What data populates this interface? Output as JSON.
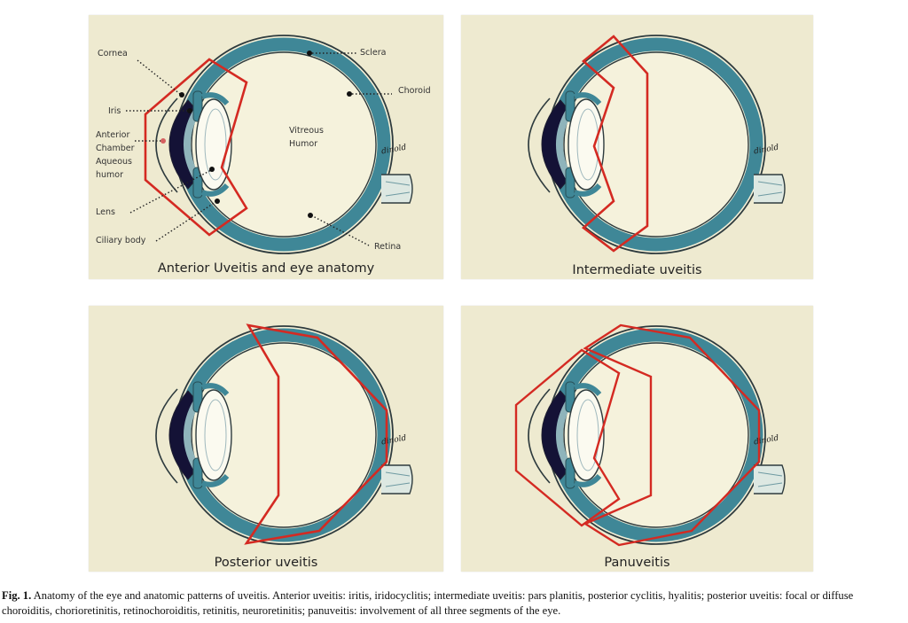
{
  "panels": [
    {
      "id": "anterior",
      "caption": "Anterior Uveitis and eye anatomy",
      "region": "anterior",
      "labels": {
        "cornea": "Cornea",
        "iris": "Iris",
        "anterior_chamber": "Anterior\nChamber\nAqueous\nhumor",
        "lens": "Lens",
        "ciliary_body": "Ciliary body",
        "sclera": "Sclera",
        "choroid": "Choroid",
        "vitreous": "Vitreous\nHumor",
        "retina": "Retina"
      }
    },
    {
      "id": "intermediate",
      "caption": "Intermediate uveitis",
      "region": "intermediate"
    },
    {
      "id": "posterior",
      "caption": "Posterior uveitis",
      "region": "posterior"
    },
    {
      "id": "panuveitis",
      "caption": "Panuveitis",
      "region": "panuveitis"
    }
  ],
  "signature": "dinold",
  "figure_caption": {
    "label": "Fig. 1.",
    "text": "Anatomy of the eye and anatomic patterns of uveitis. Anterior uveitis: iritis, iridocyclitis; intermediate uveitis: pars planitis, posterior cyclitis, hyalitis; posterior uveitis: focal or diffuse choroiditis, chorioretinitis, retinochoroiditis, retinitis, neuroretinitis; panuveitis: involvement of all three segments of the eye."
  },
  "colors": {
    "panel_background": "#eeead0",
    "uvea_teal": "#3f8797",
    "region_outline_red": "#d42a22",
    "pupil_dark": "#141236"
  }
}
